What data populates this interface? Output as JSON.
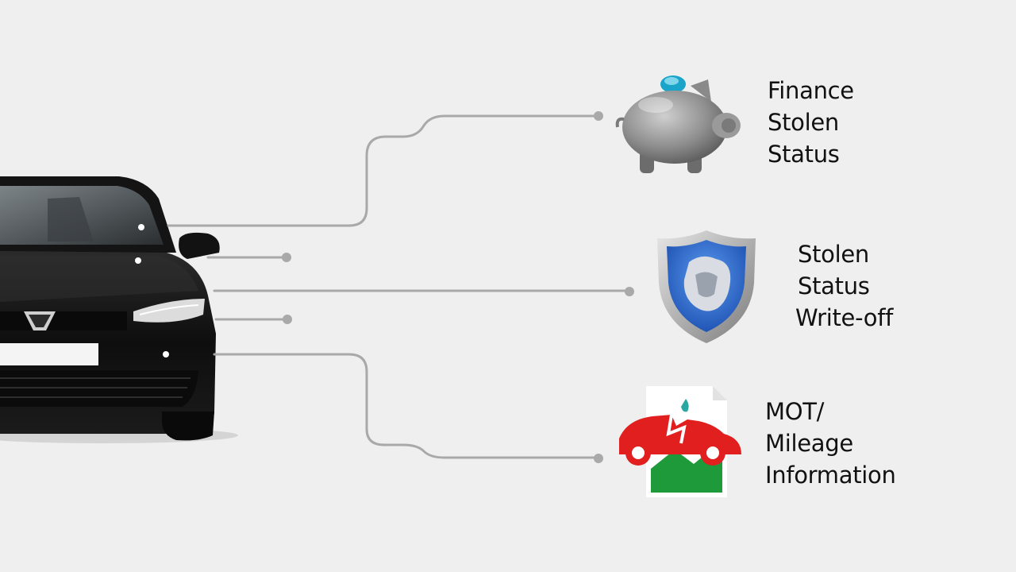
{
  "colors": {
    "background": "#efefef",
    "connector": "#a9a9a9",
    "car_body": "#151515",
    "shield_blue": "#2f6fd6",
    "mot_red": "#e11f1f",
    "mot_green": "#1f9a3a"
  },
  "icons": [
    "car-image",
    "piggy-bank-icon",
    "shield-icon",
    "mot-document-icon"
  ],
  "groups": [
    {
      "icon": "piggy-bank-icon",
      "lines": [
        "Finance",
        "Stolen",
        "Status"
      ]
    },
    {
      "icon": "shield-icon",
      "lines": [
        "Stolen",
        "Status",
        "Write-off"
      ]
    },
    {
      "icon": "mot-document-icon",
      "lines": [
        "MOT/",
        "Mileage",
        "Information"
      ]
    }
  ]
}
